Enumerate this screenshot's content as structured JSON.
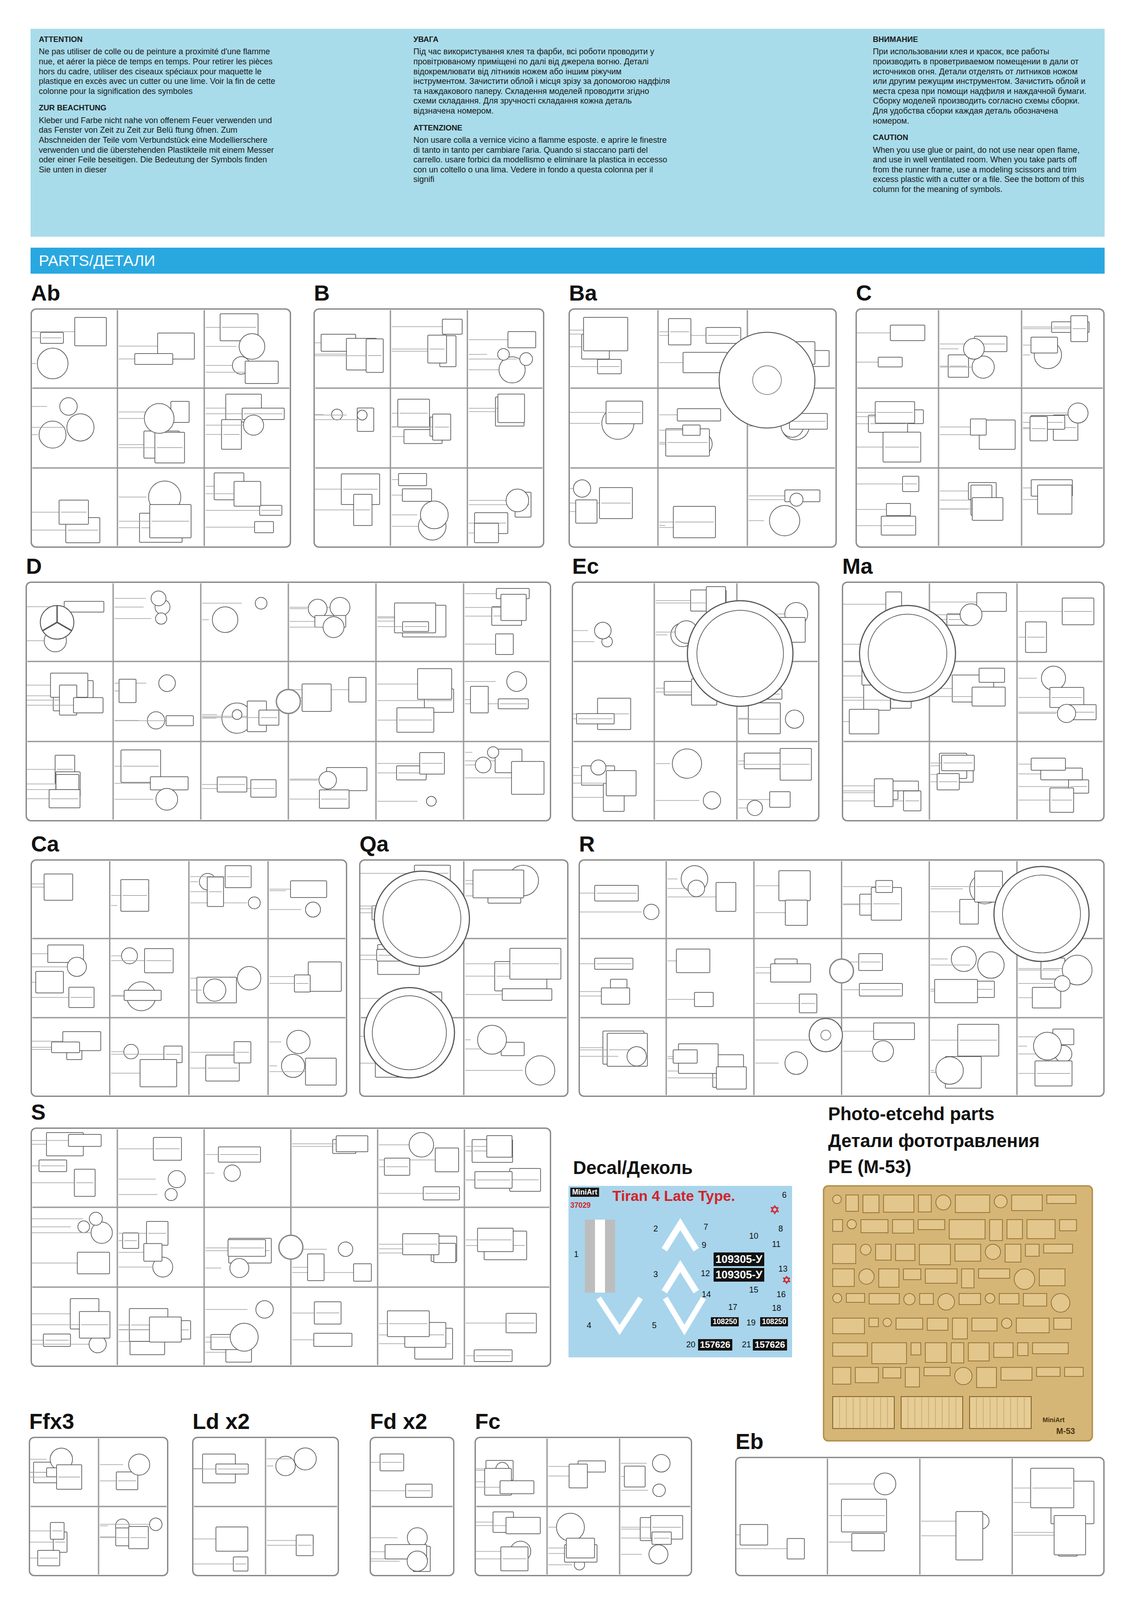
{
  "diagram": {
    "nodes": [
      {
        "text": [
          "ATTENTION",
          "Ne pas utiliser de colle ou de peinture a proximité d'une flamme nue, et aérer la pièce de temps en temps. Pour retirer les pièces hors du cadre, utiliser des ciseaux spéciaux pour maquette le plastique en excès avec un cutter ou une lime. Voir la fin de cette colonne pour la signification des symboles",
          "ZUR BEACHTUNG",
          "Kleber und Farbe nicht nahe von offenem Feuer verwenden und das Fenster von Zeit zu Zeit zur Belü ftung öfnen. Zum Abschneiden der Teile vom Verbundstück eine Modellierschere verwenden und die überstehenden Plastikteile mit einem Messer oder einer Feile beseitigen. Die Bedeutung der Symbols finden Sie unten in dieser",
          "УВАГА",
          "Під час використування клея та фарби, всі роботи проводити у провітрюваному приміщені по далі від джерела вогню. Деталі відокремлювати від літників ножем або іншим ріжучим інструментом. Зачистити облой і місця зрізу за допомогою надфіля та наждакового паперу. Складення моделей проводити згідно схеми складання. Для зручності складання кожна деталь відзначена номером.",
          "ATTENZIONE",
          "Non usare colla a vernice vicino a flamme esposte. e aprire le finestre di tanto in tanto per cambiare l'aria. Quando si staccano parti del carrello. usare forbici da modellismo e eliminare la plastica in eccesso con un coltello o una lima. Vedere in fondo a questa colonna per il signifi",
          "ВНИМАНИЕ",
          "При использовании клея и красок, все работы производить в проветриваемом помещении в дали от источников огня. Детали отделять от литников ножом или другим режущим инструментом. Зачистить облой и места среза при помощи надфиля и наждачной бумаги. Сборку моделей производить согласно схемы сборки. Для удобства сборки каждая деталь обозначена номером.",
          "CAUTION",
          "When you use glue or paint, do not use near open flame, and use in well ventilated room. When you take parts off from the runner frame, use a modeling scissors and trim excess plastic with a cutter or a file. See the bottom of this column for the meaning of symbols."
        ]
      },
      {
        "text": [
          "PARTS/ДЕТАЛИ"
        ]
      },
      {
        "text": [
          "Ab"
        ]
      },
      {
        "text": [
          "B"
        ]
      },
      {
        "text": [
          "Ba"
        ]
      },
      {
        "text": [
          "C"
        ]
      },
      {
        "text": [
          "D"
        ]
      },
      {
        "text": [
          "Ec"
        ]
      },
      {
        "text": [
          "Ma"
        ]
      },
      {
        "text": [
          "Ca"
        ]
      },
      {
        "text": [
          "Qa"
        ]
      },
      {
        "text": [
          "R"
        ]
      },
      {
        "text": [
          "S"
        ]
      },
      {
        "text": [
          "Photo-etcehd parts",
          "Детали фототравления",
          "PE (M-53)"
        ]
      },
      {
        "text": [
          "Decal/Деколь"
        ]
      },
      {
        "text": [
          "Ffx3"
        ]
      },
      {
        "text": [
          "Ld x2"
        ]
      },
      {
        "text": [
          "Fd x2"
        ]
      },
      {
        "text": [
          "Fc"
        ]
      },
      {
        "text": [
          "Eb"
        ]
      }
    ],
    "labels": [
      "MiniArt",
      "37029",
      "Tiran 4 Late Type.",
      "1",
      "2",
      "3",
      "4",
      "5",
      "6",
      "7",
      "8",
      "9",
      "10",
      "11",
      "12",
      "13",
      "14",
      "15",
      "16",
      "17",
      "18",
      "19",
      "20",
      "21",
      "109305-У",
      "109305-У",
      "108250",
      "108250",
      "157626",
      "157626",
      "MiniArt",
      "M-53"
    ]
  }
}
